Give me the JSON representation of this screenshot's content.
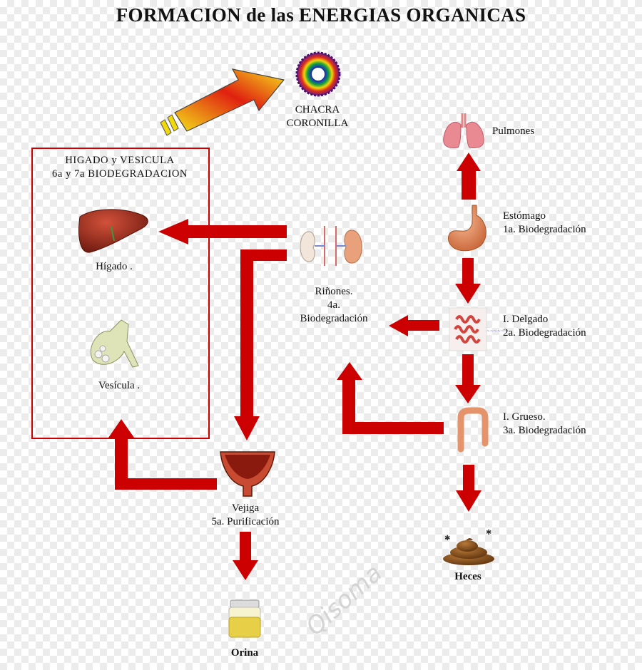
{
  "title": "FORMACION  de  las ENERGIAS  ORGANICAS",
  "box": {
    "title_line1": "HIGADO  y  VESICULA",
    "title_line2": "6a  y  7a  BIODEGRADACION"
  },
  "nodes": {
    "chakra": {
      "line1": "CHACRA",
      "line2": "CORONILLA",
      "icon": "chakra-wheel-icon"
    },
    "lungs": {
      "label": "Pulmones",
      "icon": "lungs-icon"
    },
    "stomach": {
      "line1": "Estómago",
      "line2": "1a. Biodegradación",
      "icon": "stomach-icon"
    },
    "small_intestine": {
      "line1": "I. Delgado",
      "line2": "2a. Biodegradación",
      "icon": "small-intestine-icon"
    },
    "large_intestine": {
      "line1": "I. Grueso.",
      "line2": "3a. Biodegradación",
      "icon": "large-intestine-icon"
    },
    "kidneys": {
      "line1": "Riñones.",
      "line2": "4a.",
      "line3": "Biodegradación",
      "icon": "kidneys-icon"
    },
    "bladder": {
      "line1": "Vejiga",
      "line2": "5a. Purificación",
      "icon": "bladder-icon"
    },
    "liver": {
      "label": "Hígado .",
      "icon": "liver-icon"
    },
    "gallbladder": {
      "label": "Vesícula .",
      "icon": "gallbladder-icon"
    },
    "feces": {
      "label": "Heces",
      "icon": "feces-icon"
    },
    "urine": {
      "label": "Orina",
      "icon": "urine-jar-icon"
    }
  },
  "watermark": "Qisoma",
  "colors": {
    "arrow": "#cc0000",
    "box_border": "#cc0000",
    "energy_arrow": "#f2d90a"
  }
}
